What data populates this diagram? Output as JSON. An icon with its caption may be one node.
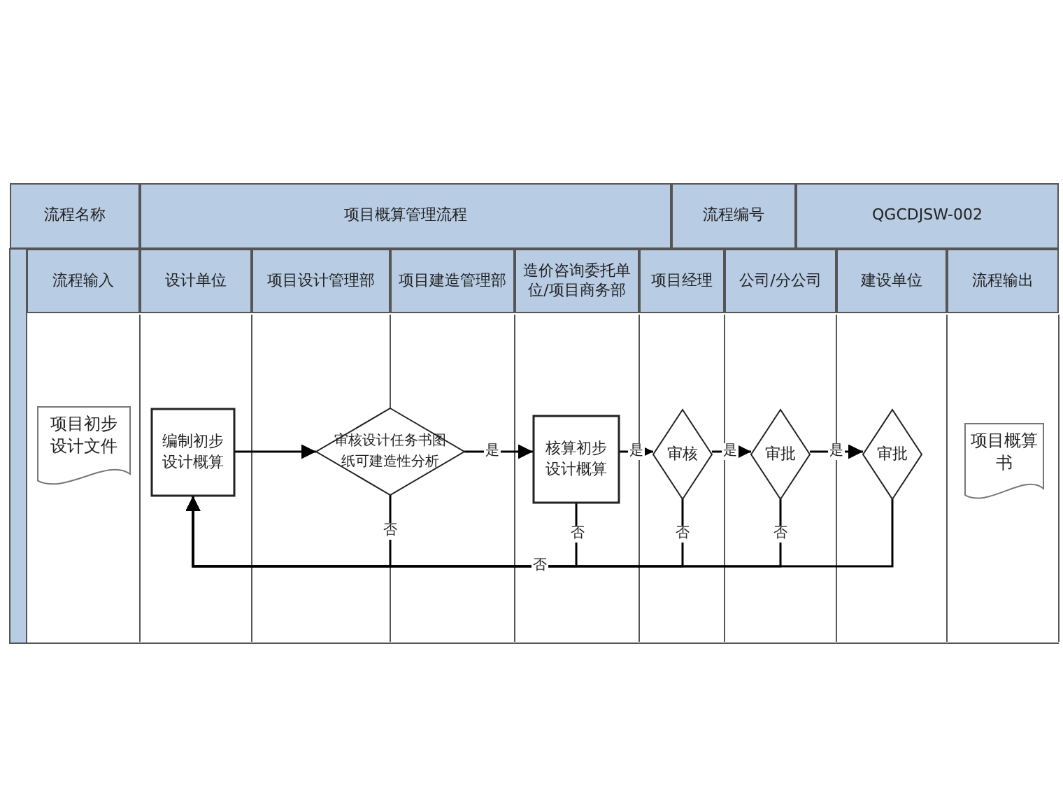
{
  "diagram": {
    "nodes": [
      {
        "text": [
          "项目初步设计文件"
        ]
      },
      {
        "text": [
          "编制初步设计概算"
        ]
      },
      {
        "text": [
          "审核设计任务书图纸可建造性分析"
        ]
      },
      {
        "text": [
          "核算初步设计概算"
        ]
      },
      {
        "text": [
          "审核"
        ]
      },
      {
        "text": [
          "审批"
        ]
      },
      {
        "text": [
          "审批"
        ]
      },
      {
        "text": [
          "项目概算书"
        ]
      }
    ],
    "edges": [
      {
        "from": 1,
        "to": 2,
        "arrow": "to"
      },
      {
        "from": 2,
        "to": 3,
        "arrow": "to",
        "label": "是"
      },
      {
        "from": 3,
        "to": 4,
        "arrow": "to",
        "label": "是"
      },
      {
        "from": 4,
        "to": 5,
        "arrow": "to",
        "label": "是"
      },
      {
        "from": 5,
        "to": 6,
        "arrow": "to",
        "label": "是"
      },
      {
        "from": 2,
        "to": 1,
        "arrow": "to",
        "label": "否"
      },
      {
        "from": 3,
        "to": 1,
        "arrow": "to",
        "label": "否"
      },
      {
        "from": 4,
        "to": 1,
        "arrow": "to",
        "label": "否"
      },
      {
        "from": 5,
        "to": 1,
        "arrow": "to",
        "label": "否"
      },
      {
        "from": 6,
        "to": 1,
        "arrow": "to",
        "label": "否"
      }
    ],
    "labels": [
      "流程名称",
      "项目概算管理流程",
      "流程编号",
      "QGCDJSW-002",
      "流程输入",
      "设计单位",
      "项目设计管理部",
      "项目建造管理部",
      "造价咨询委托单位/项目商务部",
      "项目经理",
      "公司/分公司",
      "建设单位",
      "流程输出"
    ]
  }
}
